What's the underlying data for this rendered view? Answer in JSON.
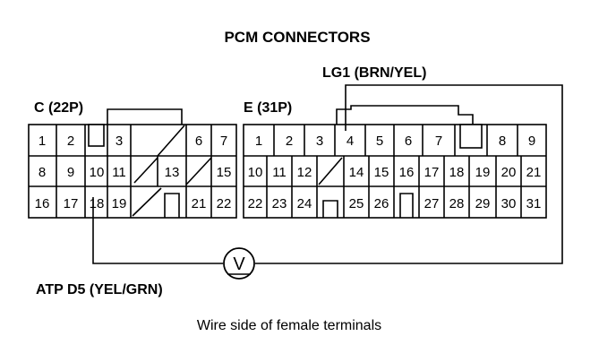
{
  "title": "PCM CONNECTORS",
  "connector_c": {
    "label": "C (22P)",
    "rows": [
      [
        "1",
        "2",
        "",
        "3",
        "",
        "6",
        "7"
      ],
      [
        "8",
        "9",
        "10",
        "11",
        "",
        "13",
        "",
        "15"
      ],
      [
        "16",
        "17",
        "18",
        "19",
        "",
        "",
        "21",
        "22"
      ]
    ]
  },
  "connector_e": {
    "label": "E (31P)",
    "rows": [
      [
        "1",
        "2",
        "3",
        "4",
        "5",
        "6",
        "7",
        "",
        "8",
        "9"
      ],
      [
        "10",
        "11",
        "12",
        "",
        "14",
        "15",
        "16",
        "17",
        "18",
        "19",
        "20",
        "21"
      ],
      [
        "22",
        "23",
        "24",
        "",
        "25",
        "26",
        "",
        "27",
        "28",
        "29",
        "30",
        "31"
      ]
    ]
  },
  "wire_top_label": "LG1 (BRN/YEL)",
  "wire_bottom_label": "ATP D5 (YEL/GRN)",
  "meter_symbol": "V",
  "caption": "Wire side of female terminals"
}
